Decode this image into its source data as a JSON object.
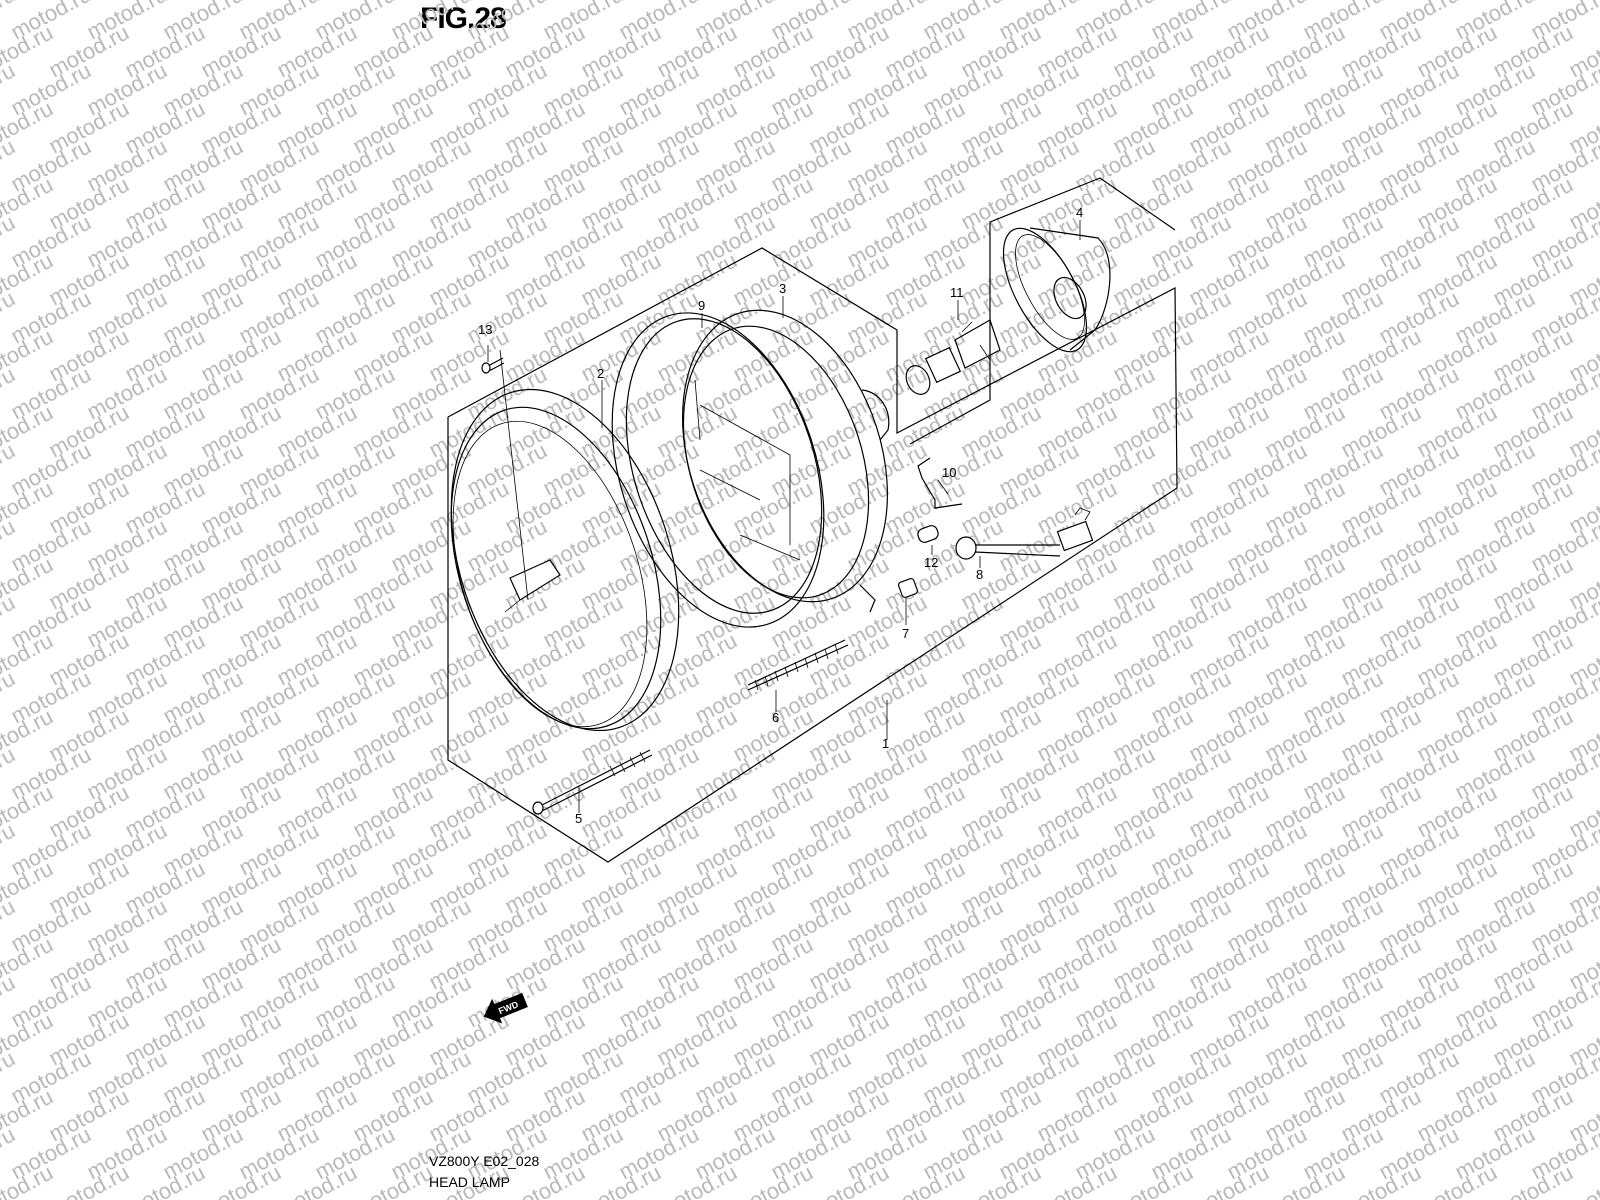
{
  "figure": {
    "title": "FIG.28",
    "model_code": "VZ800Y E02_028",
    "name": "HEAD LAMP"
  },
  "watermark": {
    "text": "motod.ru",
    "color": "#b9b9b9"
  },
  "fwd_label": "FWD",
  "callouts": [
    "1",
    "2",
    "3",
    "4",
    "5",
    "6",
    "7",
    "8",
    "9",
    "10",
    "11",
    "12",
    "13"
  ]
}
